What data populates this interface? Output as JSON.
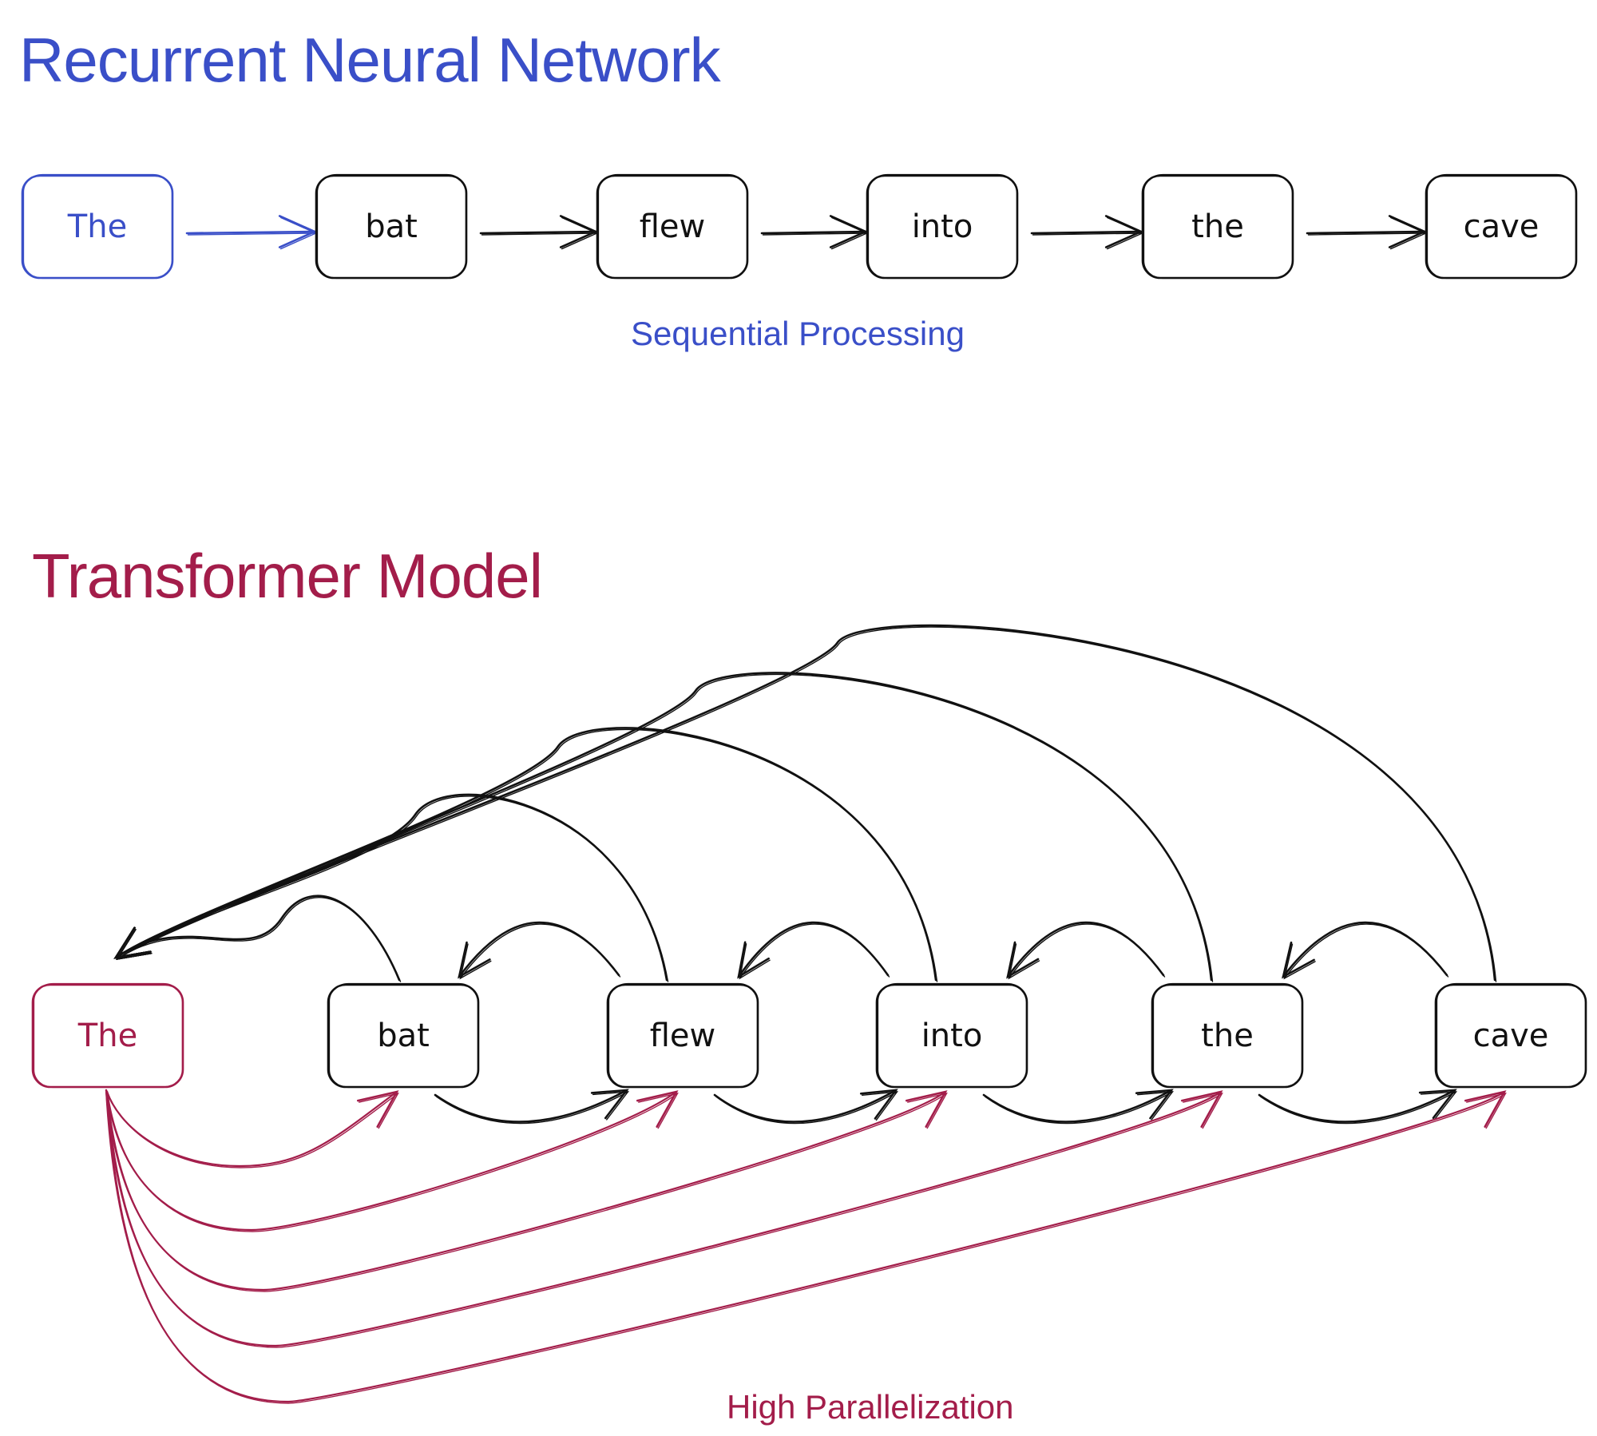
{
  "colors": {
    "rnn_accent": "#3a4fc8",
    "transformer_accent": "#a31d4a",
    "node_stroke": "#111111",
    "background": "#ffffff"
  },
  "rnn": {
    "title": "Recurrent Neural Network",
    "caption": "Sequential Processing",
    "tokens": [
      "The",
      "bat",
      "flew",
      "into",
      "the",
      "cave"
    ],
    "highlighted_token_index": 0,
    "edges": [
      [
        0,
        1
      ],
      [
        1,
        2
      ],
      [
        2,
        3
      ],
      [
        3,
        4
      ],
      [
        4,
        5
      ]
    ]
  },
  "transformer": {
    "title": "Transformer Model",
    "caption": "High Parallelization",
    "tokens": [
      "The",
      "bat",
      "flew",
      "into",
      "the",
      "cave"
    ],
    "highlighted_token_index": 0,
    "attention_to_first": [
      [
        1,
        0
      ],
      [
        2,
        0
      ],
      [
        3,
        0
      ],
      [
        4,
        0
      ],
      [
        5,
        0
      ]
    ],
    "backward_neighbor_edges": [
      [
        2,
        1
      ],
      [
        3,
        2
      ],
      [
        4,
        3
      ],
      [
        5,
        4
      ]
    ],
    "forward_neighbor_edges": [
      [
        1,
        2
      ],
      [
        2,
        3
      ],
      [
        3,
        4
      ],
      [
        4,
        5
      ]
    ],
    "parallel_edges_from_first": [
      [
        0,
        1
      ],
      [
        0,
        2
      ],
      [
        0,
        3
      ],
      [
        0,
        4
      ],
      [
        0,
        5
      ]
    ]
  }
}
